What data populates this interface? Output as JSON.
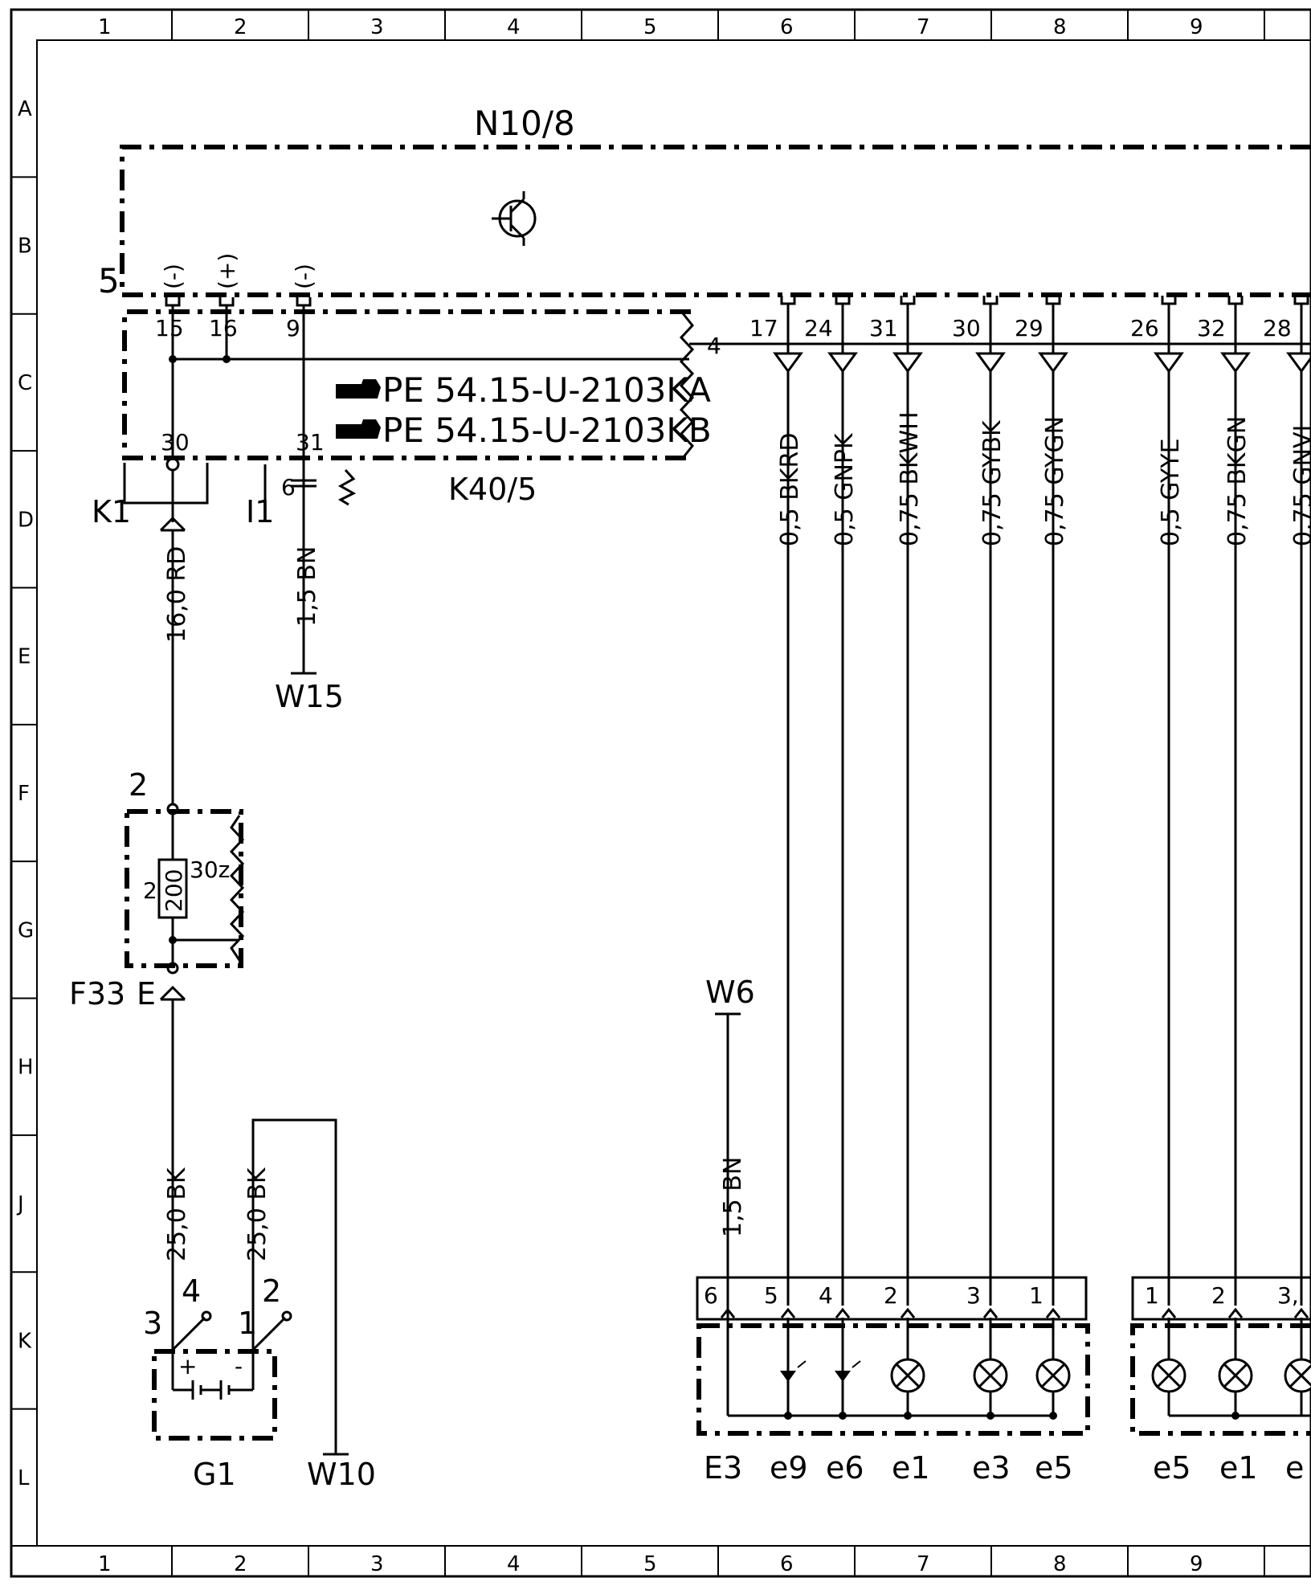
{
  "grid": {
    "columns": [
      "1",
      "2",
      "3",
      "4",
      "5",
      "6",
      "7",
      "8",
      "9"
    ],
    "rows": [
      "A",
      "B",
      "C",
      "D",
      "E",
      "F",
      "G",
      "H",
      "J",
      "K",
      "L"
    ]
  },
  "components": {
    "n10_8": "N10/8",
    "k40_5": "K40/5",
    "k1": "K1",
    "i1": "I1",
    "f33": "F33",
    "f33_e": "E",
    "g1": "G1",
    "e3": "E3",
    "w15": "W15",
    "w6": "W6",
    "w10": "W10"
  },
  "refs": {
    "ref_a": "PE  54.15-U-2103KA",
    "ref_b": "PE  54.15-U-2103KB"
  },
  "pins": {
    "p5": "5",
    "p4": "4",
    "k40_pins": [
      "15",
      "16",
      "9"
    ],
    "k40_polarity": [
      "(-)",
      "(+)",
      "(-)"
    ],
    "k40_30": "30",
    "k40_31": "31",
    "i1_6": "6",
    "n10_pins": [
      "17",
      "24",
      "31",
      "30",
      "29",
      "26",
      "32",
      "28"
    ],
    "f33_2": "2",
    "f33_inner": "2",
    "fuse_rating": "200",
    "fuse_30z": "30z",
    "g1_3": "3",
    "g1_4": "4",
    "g1_1": "1",
    "g1_2": "2",
    "g1_plus": "+",
    "g1_minus": "-",
    "e3_pins": [
      "6",
      "5",
      "4",
      "2",
      "3",
      "1"
    ],
    "e3_labels": [
      "e9",
      "e6",
      "e1",
      "e3",
      "e5"
    ],
    "e_right_pins": [
      "1",
      "2",
      "3,"
    ],
    "e_right_labels": [
      "e5",
      "e1",
      "e"
    ]
  },
  "wires": {
    "k1_wire": "16,0  RD",
    "i1_wire": "1,5  BN",
    "g1_wire_a": "25,0  BK",
    "g1_wire_b": "25,0  BK",
    "w6_wire": "1,5  BN",
    "n10_wires": [
      "0,5  BKRD",
      "0,5  GNPK",
      "0,75  BKWH",
      "0,75  GYBK",
      "0,75  GYGN",
      "0,5  GYYE",
      "0,75  BKGN",
      "0,75  GNVI"
    ]
  }
}
